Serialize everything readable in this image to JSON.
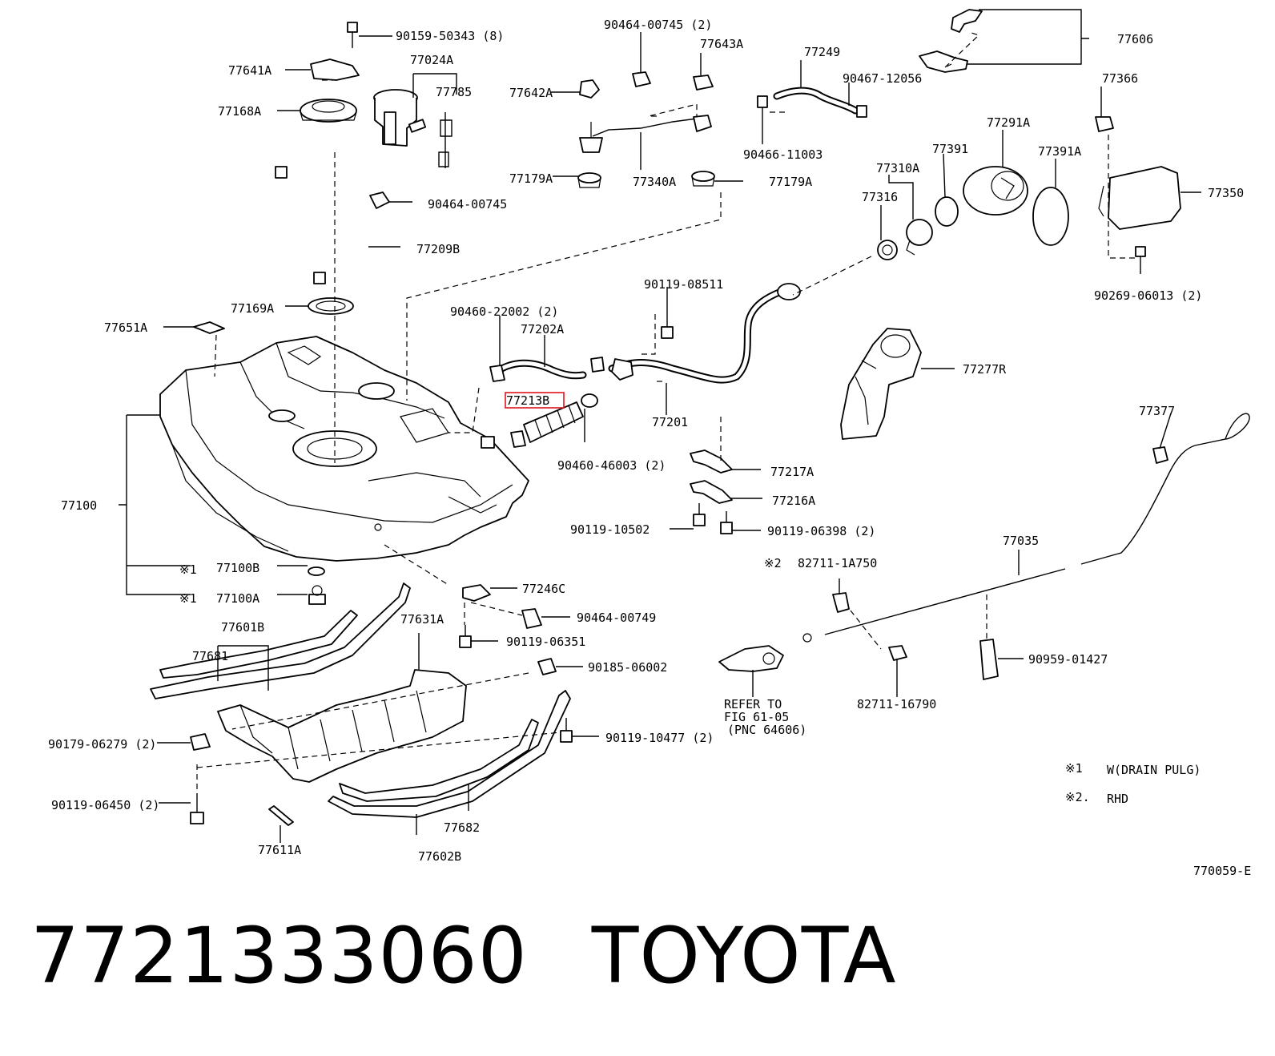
{
  "parts": {
    "p90159": "90159-50343 (8)",
    "p77641A": "77641A",
    "p77024A": "77024A",
    "p77785": "77785",
    "p77168A": "77168A",
    "p90464_00745_2": "90464-00745 (2)",
    "p77643A": "77643A",
    "p77249": "77249",
    "p90467": "90467-12056",
    "p77606": "77606",
    "p77366": "77366",
    "p77642A": "77642A",
    "p77179A_l": "77179A",
    "p77340A": "77340A",
    "p77179A_r": "77179A",
    "p90466": "90466-11003",
    "p77291A": "77291A",
    "p77391": "77391",
    "p77310A": "77310A",
    "p77391A": "77391A",
    "p77316": "77316",
    "p77350": "77350",
    "p90464_00745": "90464-00745",
    "p77209B": "77209B",
    "p90269": "90269-06013 (2)",
    "p90119_08511": "90119-08511",
    "p77169A": "77169A",
    "p90460_22002": "90460-22002 (2)",
    "p77651A": "77651A",
    "p77202A": "77202A",
    "p77277R": "77277R",
    "p77213B": "77213B",
    "p77201": "77201",
    "p77377": "77377",
    "p90460_46003": "90460-46003 (2)",
    "p77217A": "77217A",
    "p77100": "77100",
    "p77216A": "77216A",
    "p90119_10502": "90119-10502",
    "p90119_06398": "90119-06398 (2)",
    "p77035": "77035",
    "note1_a": "※1",
    "p77100B": "77100B",
    "note2_mark": "※2",
    "p82711_1A750": "82711-1A750",
    "note1_b": "※1",
    "p77100A": "77100A",
    "p77246C": "77246C",
    "p77601B": "77601B",
    "p77631A": "77631A",
    "p90464_00749": "90464-00749",
    "p77681": "77681",
    "p90119_06351": "90119-06351",
    "p90185": "90185-06002",
    "p90959": "90959-01427",
    "refer1": "REFER TO",
    "refer2": "FIG 61-05",
    "refer3": "(PNC 64606)",
    "p82711_16790": "82711-16790",
    "p90179": "90179-06279 (2)",
    "p90119_10477": "90119-10477 (2)",
    "legend1_mark": "※1",
    "legend1_text": "W(DRAIN PULG)",
    "legend2_mark": "※2.",
    "legend2_text": "RHD",
    "p90119_06450": "90119-06450 (2)",
    "p77682": "77682",
    "p77611A": "77611A",
    "p77602B": "77602B",
    "fig_code": "770059-E"
  },
  "footer": {
    "part_number": "7721333060",
    "brand": "TOYOTA"
  },
  "highlight_color": "#e0141e"
}
